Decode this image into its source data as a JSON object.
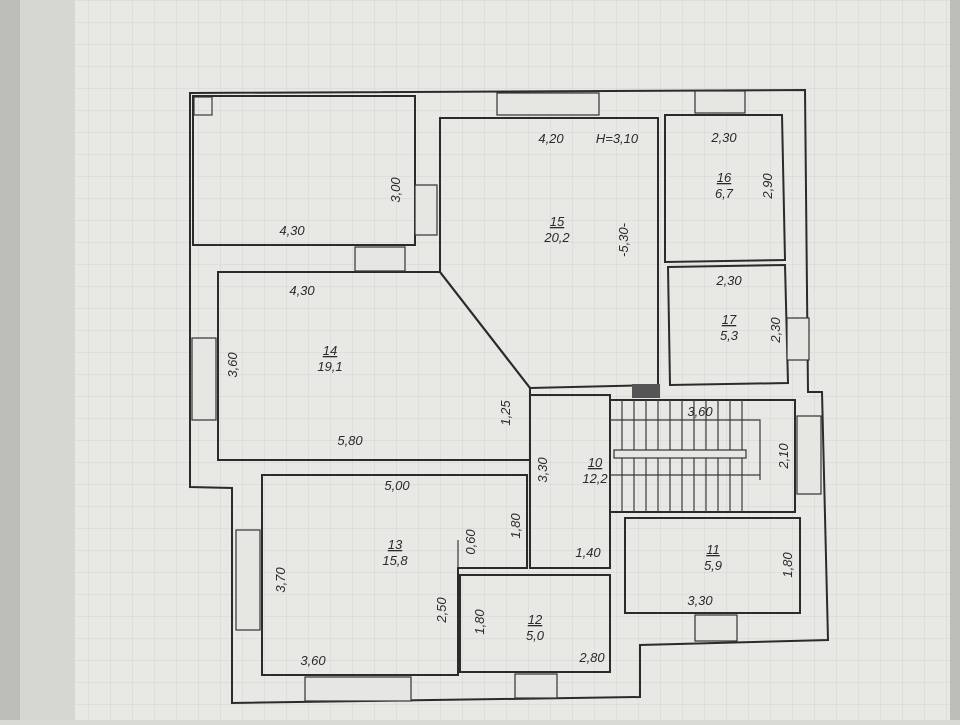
{
  "plan": {
    "height_label": "H=3,10",
    "unnumbered_room": {
      "width": "4,30",
      "depth": "3,00"
    },
    "rooms": [
      {
        "number": "14",
        "area": "19,1",
        "dims": [
          "4,30",
          "3,60",
          "5,80",
          "1,25"
        ]
      },
      {
        "number": "15",
        "area": "20,2",
        "dims": [
          "4,20",
          "-5,30-"
        ]
      },
      {
        "number": "16",
        "area": "6,7",
        "dims": [
          "2,30",
          "2,90"
        ]
      },
      {
        "number": "17",
        "area": "5,3",
        "dims": [
          "2,30",
          "2,30"
        ]
      },
      {
        "number": "10",
        "area": "12,2",
        "dims": [
          "3,30",
          "1,40"
        ]
      },
      {
        "number": "11",
        "area": "5,9",
        "dims": [
          "3,30",
          "1,80"
        ]
      },
      {
        "number": "12",
        "area": "5,0",
        "dims": [
          "2,80",
          "1,80"
        ]
      },
      {
        "number": "13",
        "area": "15,8",
        "dims": [
          "5,00",
          "3,70",
          "3,60",
          "2,50",
          "0,60",
          "1,80"
        ]
      }
    ],
    "stairs": {
      "width": "3,60",
      "depth": "2,10"
    }
  }
}
